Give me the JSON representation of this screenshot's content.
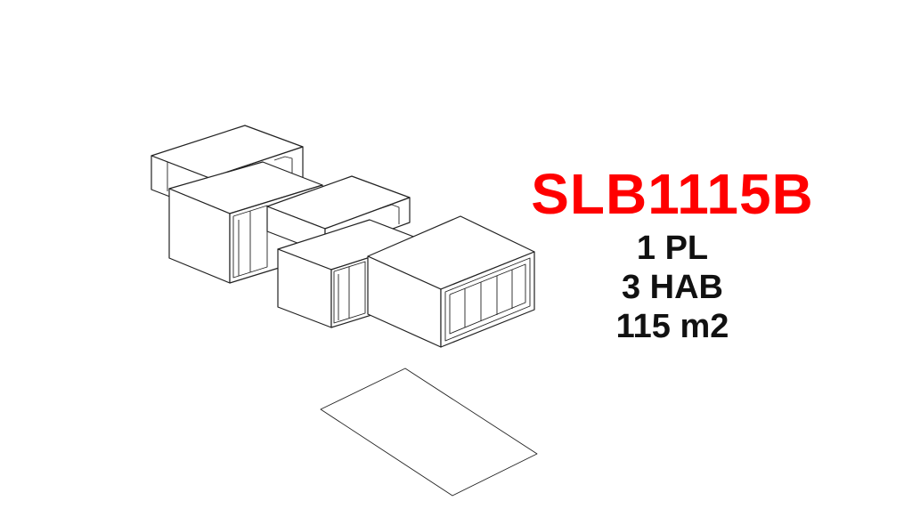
{
  "model": {
    "code": "SLB1115B",
    "floors": "1 PL",
    "bedrooms": "3 HAB",
    "area": "115 m2"
  },
  "colors": {
    "code": "#ff0000",
    "lines": "#222222",
    "background": "#ffffff"
  }
}
